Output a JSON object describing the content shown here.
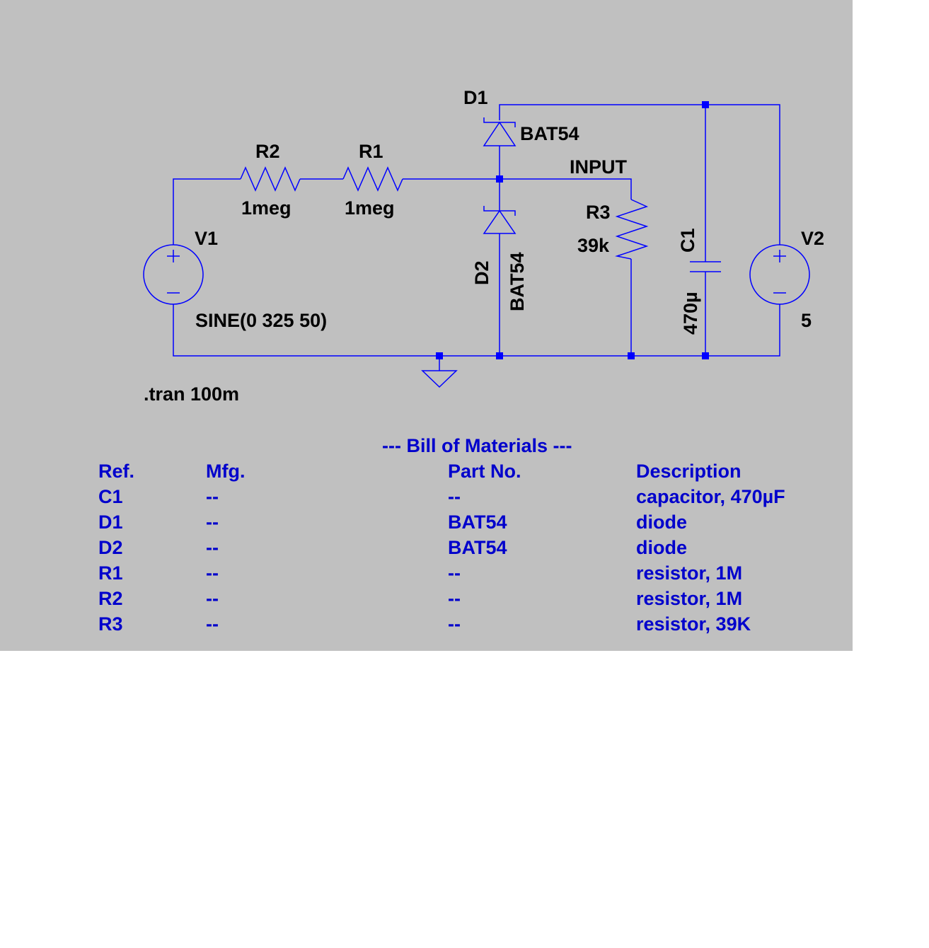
{
  "colors": {
    "canvas": "#c0c0c0",
    "wire": "#0000ff",
    "label": "#000000",
    "bom_text": "#0000cc"
  },
  "components": {
    "D1": {
      "ref": "D1",
      "value": "BAT54"
    },
    "D2": {
      "ref": "D2",
      "value": "BAT54"
    },
    "R1": {
      "ref": "R1",
      "value": "1meg"
    },
    "R2": {
      "ref": "R2",
      "value": "1meg"
    },
    "R3": {
      "ref": "R3",
      "value": "39k"
    },
    "C1": {
      "ref": "C1",
      "value": "470µ"
    },
    "V1": {
      "ref": "V1",
      "value": "SINE(0 325 50)"
    },
    "V2": {
      "ref": "V2",
      "value": "5"
    }
  },
  "net_label": "INPUT",
  "directive": ".tran 100m",
  "bom": {
    "title": "--- Bill of Materials ---",
    "headers": [
      "Ref.",
      "Mfg.",
      "Part No.",
      "Description"
    ],
    "rows": [
      [
        "C1",
        "--",
        "--",
        "capacitor, 470µF"
      ],
      [
        "D1",
        "--",
        "BAT54",
        "diode"
      ],
      [
        "D2",
        "--",
        "BAT54",
        "diode"
      ],
      [
        "R1",
        "--",
        "--",
        "resistor, 1M"
      ],
      [
        "R2",
        "--",
        "--",
        "resistor, 1M"
      ],
      [
        "R3",
        "--",
        "--",
        "resistor, 39K"
      ]
    ]
  }
}
